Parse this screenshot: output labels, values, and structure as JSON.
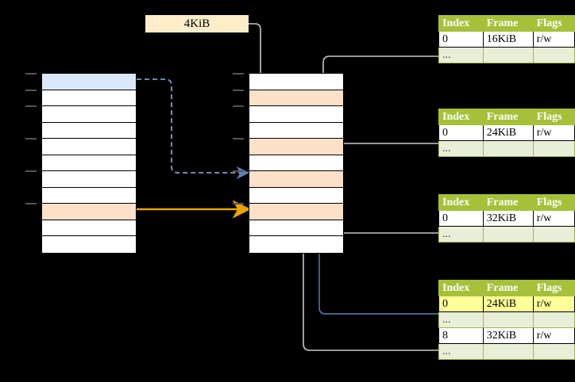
{
  "diagram": {
    "title_label": "4KiB",
    "left_column": {
      "name": "virtual-address-column",
      "rows": [
        {
          "fill": "blue"
        },
        {
          "fill": "white"
        },
        {
          "fill": "white"
        },
        {
          "fill": "white"
        },
        {
          "fill": "white"
        },
        {
          "fill": "white"
        },
        {
          "fill": "white"
        },
        {
          "fill": "white"
        },
        {
          "fill": "orange"
        },
        {
          "fill": "white"
        },
        {
          "fill": "white"
        }
      ]
    },
    "middle_column": {
      "name": "physical-memory-column",
      "rows": [
        {
          "fill": "white"
        },
        {
          "fill": "orange"
        },
        {
          "fill": "white"
        },
        {
          "fill": "white"
        },
        {
          "fill": "orange"
        },
        {
          "fill": "white"
        },
        {
          "fill": "orange"
        },
        {
          "fill": "white"
        },
        {
          "fill": "orange"
        },
        {
          "fill": "white"
        },
        {
          "fill": "white"
        }
      ]
    },
    "tables": [
      {
        "name": "page-table-1",
        "headers": [
          "Index",
          "Frame",
          "Flags"
        ],
        "rows": [
          {
            "cells": [
              "0",
              "16KiB",
              "r/w"
            ],
            "alt": false,
            "highlight": false
          },
          {
            "cells": [
              "...",
              "",
              ""
            ],
            "alt": true,
            "highlight": false
          }
        ]
      },
      {
        "name": "page-table-2",
        "headers": [
          "Index",
          "Frame",
          "Flags"
        ],
        "rows": [
          {
            "cells": [
              "0",
              "24KiB",
              "r/w"
            ],
            "alt": false,
            "highlight": false
          },
          {
            "cells": [
              "...",
              "",
              ""
            ],
            "alt": true,
            "highlight": false
          }
        ]
      },
      {
        "name": "page-table-3",
        "headers": [
          "Index",
          "Frame",
          "Flags"
        ],
        "rows": [
          {
            "cells": [
              "0",
              "32KiB",
              "r/w"
            ],
            "alt": false,
            "highlight": false
          },
          {
            "cells": [
              "...",
              "",
              ""
            ],
            "alt": true,
            "highlight": false
          }
        ]
      },
      {
        "name": "page-table-4",
        "headers": [
          "Index",
          "Frame",
          "Flags"
        ],
        "rows": [
          {
            "cells": [
              "0",
              "24KiB",
              "r/w"
            ],
            "alt": false,
            "highlight": true
          },
          {
            "cells": [
              "...",
              "",
              ""
            ],
            "alt": true,
            "highlight": false
          },
          {
            "cells": [
              "8",
              "32KiB",
              "r/w"
            ],
            "alt": false,
            "highlight": false
          },
          {
            "cells": [
              "...",
              "",
              ""
            ],
            "alt": true,
            "highlight": false
          }
        ]
      }
    ],
    "colors": {
      "header_green": "#a6c139",
      "alt_row_green": "#e9eed6",
      "highlight_yellow": "#ffff99",
      "blue_cell": "#dbe8fa",
      "orange_cell": "#fde0c8",
      "label_tan": "#fdeec9",
      "blue_wire": "#5b83b5",
      "orange_wire": "#e8a400",
      "gray_wire": "#b8b8b8"
    }
  }
}
